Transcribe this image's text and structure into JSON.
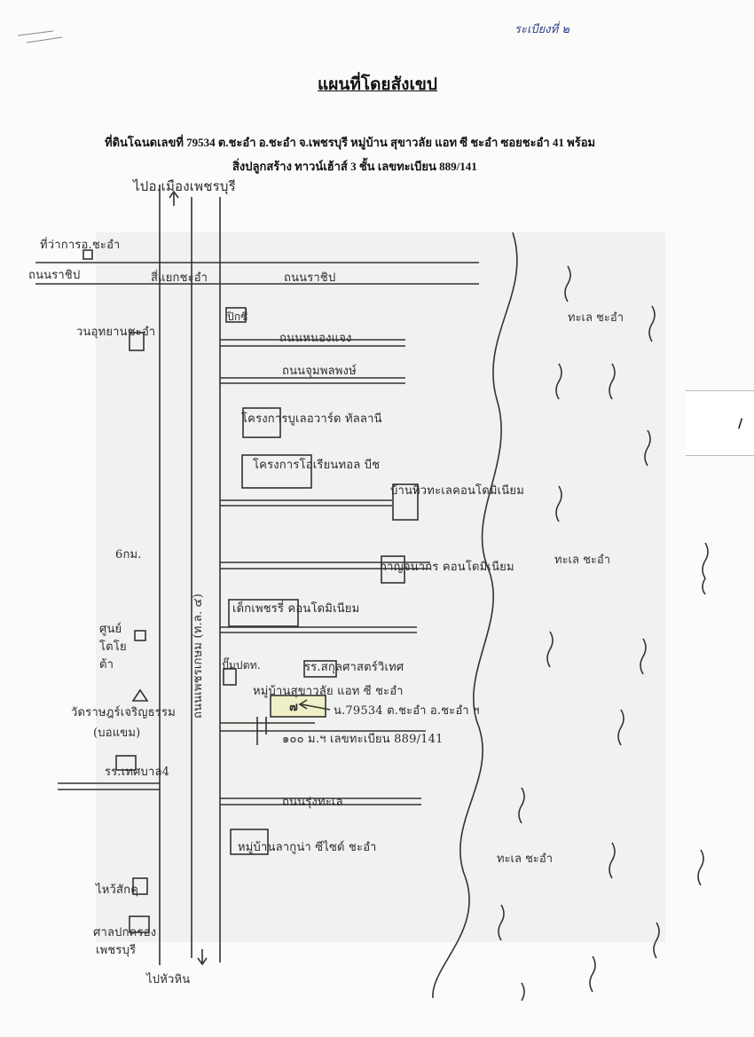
{
  "page_mark": "ระเบียงที่ ๒",
  "title": "แผนที่โดยสังเขป",
  "description": {
    "line1": "ที่ดินโฉนดเลขที่ 79534 ต.ชะอำ อ.ชะอำ จ.เพชรบุรี หมู่บ้าน สุขาวลัย แอท ซี ชะอำ ซอยชะอำ 41 พร้อม",
    "line2": "สิ่งปลูกสร้าง ทาวน์เฮ้าส์ 3 ชั้น เลขทะเบียน 889/141"
  },
  "map_labels": {
    "to_phetchaburi": "ไปอ.เมืองเพชรบุรี",
    "district_office": "ที่ว่าการอ.ชะอำ",
    "ratchip_road_west": "ถนนราชิป",
    "cha_am_intersection": "สี่แยกชะอำ",
    "ratchip_road_east": "ถนนราชิป",
    "park": "วนอุทยานชะอำ",
    "bank": "ปิกซี่",
    "nong_chaeng_road": "ถนนหนองแจง",
    "chomphon_road": "ถนนจุมพลพงษ์",
    "boulevard_project": "โครงการบูเลอวาร์ด ทัลลานี",
    "oriental_project": "โครงการโอเรียนทอล บีช",
    "condo_1": "บ้านทิวทะเลคอนโดมิเนียม",
    "distance": "6กม.",
    "highway": "ถนนเพชรเกษม (ท.ล. ๔)",
    "kanjanakorn_condo": "กาญจนากร คอนโดมิเนียม",
    "condo_2": "เด็กเพชรรี่ คอนโดมิเนียม",
    "toyota": "ศูนย์โตโยต้า",
    "ptt": "ปั๊มปตท.",
    "school_1": "รร.สกุลศาสตร์วิเทศ",
    "village": "หมู่บ้านสุขาวลัย แอท ซี ชะอำ",
    "parcel_number": "๗",
    "deed": "น.79534 ต.ชะอำ อ.ชะอำ ฯ",
    "soi_distance": "๑๐๐ ม.ฯ เลขทะเบียน 889/141",
    "temple": "วัดราษฎร์เจริญธรรม",
    "temple_alias": "(บอแขม)",
    "school_2": "รร.เทศบาล4",
    "sea_road": "ถนนรุ่งทะเล",
    "laguna_village": "หมู่บ้านลากูน่า ซีไซด์ ชะอำ",
    "shrine": "ไหว้สักคุ",
    "court": "ศาลปกครอง",
    "court_2": "เพชรบุรี",
    "to_hua_hin": "ไปหัวหิน",
    "sea_1": "ทะเล ชะอำ",
    "sea_2": "ทะเล ชะอำ",
    "sea_3": "ทะเล ชะอำ"
  }
}
